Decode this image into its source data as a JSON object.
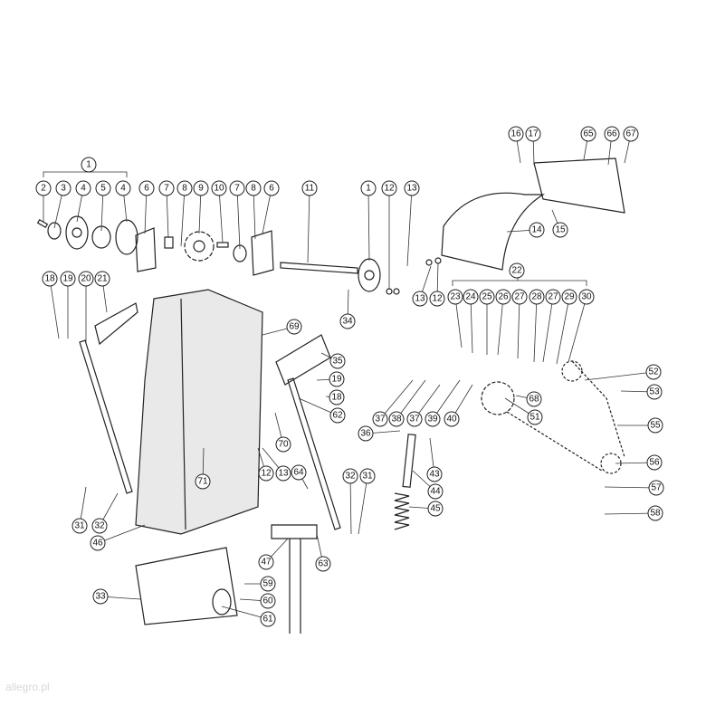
{
  "colors": {
    "highlight": "#c8e06a",
    "ink": "#222222",
    "paper": "#ffffff"
  },
  "callouts": [
    "1",
    "2",
    "3",
    "4",
    "5",
    "4",
    "6",
    "7",
    "8",
    "9",
    "10",
    "7",
    "8",
    "6",
    "11",
    "1",
    "12",
    "13",
    "16",
    "17",
    "65",
    "66",
    "67",
    "14",
    "15",
    "18",
    "19",
    "20",
    "21",
    "22",
    "23",
    "24",
    "25",
    "26",
    "27",
    "28",
    "27",
    "29",
    "30",
    "13",
    "12",
    "34",
    "69",
    "35",
    "19",
    "18",
    "62",
    "37",
    "38",
    "37",
    "39",
    "40",
    "68",
    "51",
    "52",
    "53",
    "55",
    "36",
    "43",
    "44",
    "45",
    "56",
    "57",
    "58",
    "70",
    "12",
    "13",
    "71",
    "64",
    "32",
    "31",
    "31",
    "32",
    "46",
    "47",
    "63",
    "59",
    "60",
    "61",
    "33"
  ],
  "highlighted_index": 7,
  "watermark": "allegro.pl"
}
